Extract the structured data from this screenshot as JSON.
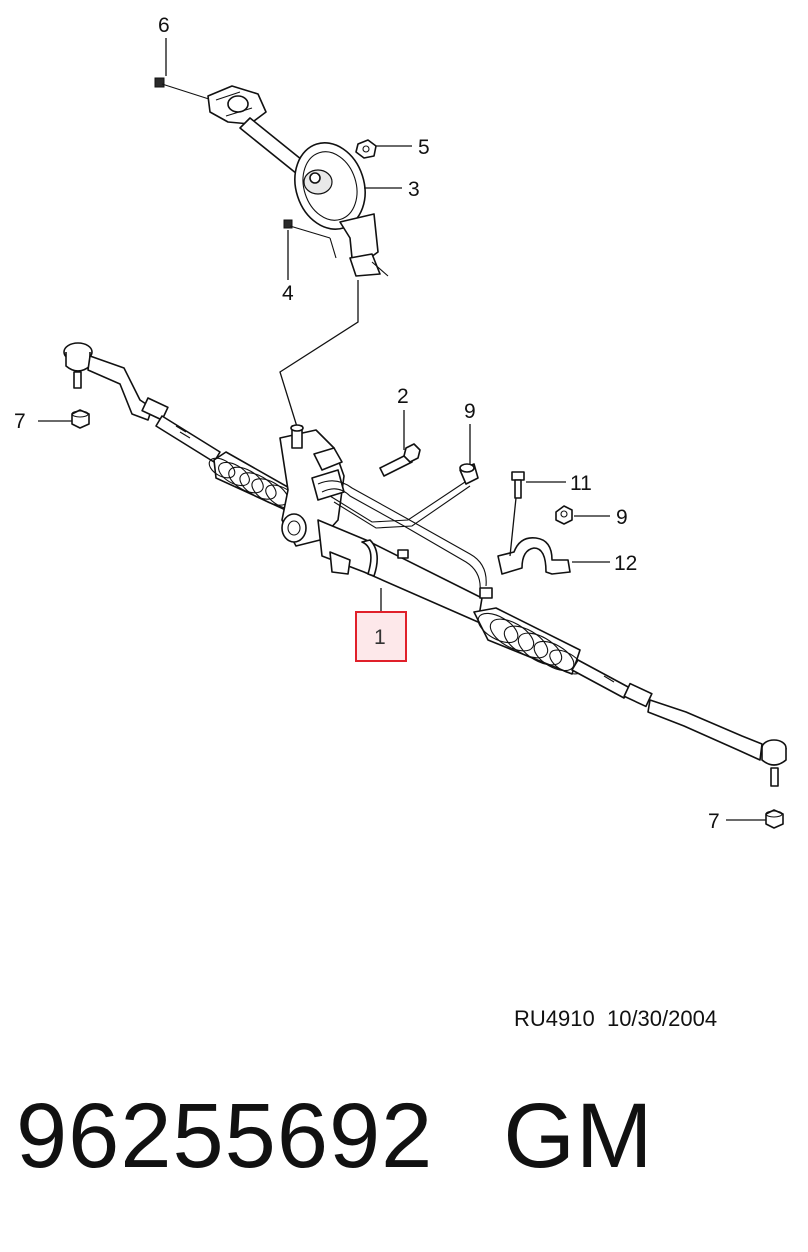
{
  "diagram": {
    "callouts": {
      "c1": "1",
      "c2": "2",
      "c3": "3",
      "c4": "4",
      "c5": "5",
      "c6": "6",
      "c7a": "7",
      "c7b": "7",
      "c9a": "9",
      "c9b": "9",
      "c11": "11",
      "c12": "12"
    },
    "highlight_color": "#e0202a",
    "highlight_fill": "#fde8ea"
  },
  "caption": {
    "ref_code": "RU4910",
    "date": "10/30/2004"
  },
  "footer": {
    "part_number": "96255692",
    "brand": "GM"
  }
}
